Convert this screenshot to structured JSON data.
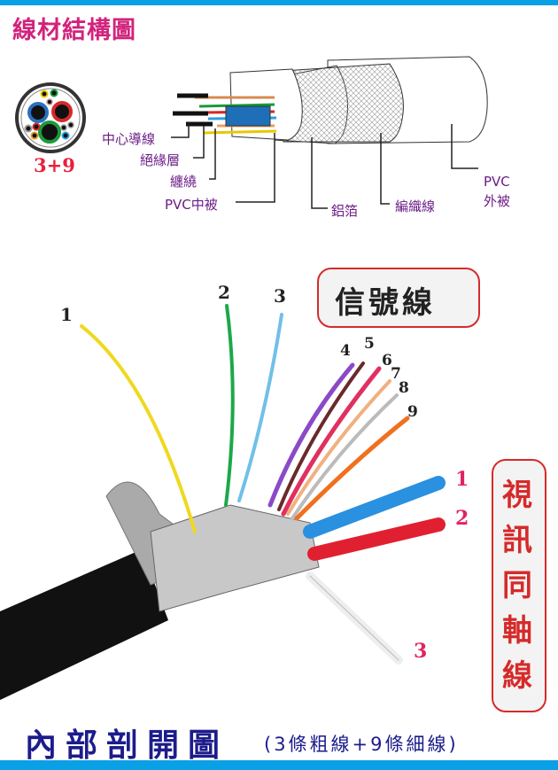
{
  "header": {
    "title": "線材結構圖",
    "ratio_label": "3+9"
  },
  "structure_labels": {
    "conductor": "中心導線",
    "insulation": "絕緣層",
    "wrap": "纏繞",
    "pvc_inner": "PVC中被",
    "foil": "鋁箔",
    "braid": "編織線",
    "pvc_outer_1": "PVC",
    "pvc_outer_2": "外被"
  },
  "photo": {
    "signal_bubble": "信號線",
    "signal_wire_numbers": [
      "1",
      "2",
      "3",
      "4",
      "5",
      "6",
      "7",
      "8",
      "9"
    ],
    "coax_bubble_chars": [
      "視",
      "訊",
      "同",
      "軸",
      "線"
    ],
    "coax_numbers": [
      "1",
      "2",
      "3"
    ]
  },
  "footer": {
    "title": "內部剖開圖",
    "subtitle": "(3條粗線+9條細線)"
  },
  "colors": {
    "accent_blue": "#0aa0e6",
    "title_magenta": "#d2237c",
    "label_purple": "#6b1c86",
    "footer_navy": "#1c1c8c",
    "bubble_red": "#d62a2a"
  }
}
